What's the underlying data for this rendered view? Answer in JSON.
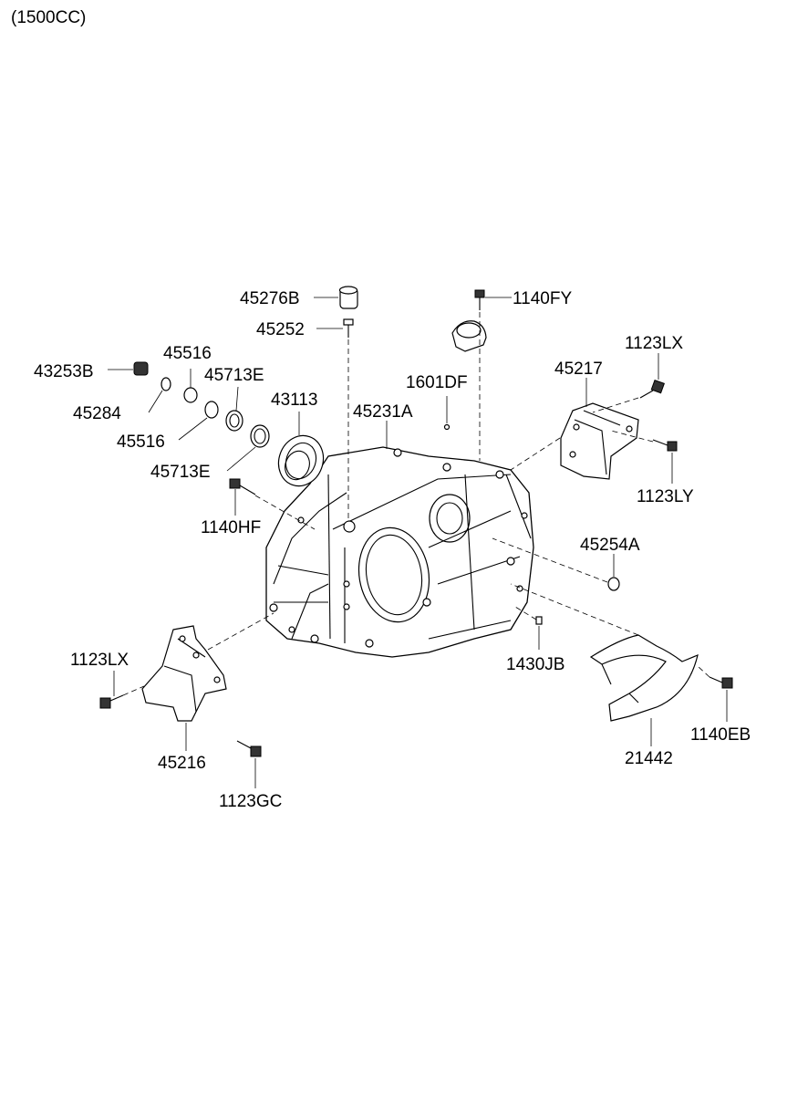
{
  "header": {
    "variant": "(1500CC)"
  },
  "parts": {
    "p45276B": "45276B",
    "p45252": "45252",
    "p1140FY": "1140FY",
    "p43253B": "43253B",
    "p45516_top": "45516",
    "p45713E_top": "45713E",
    "p45284": "45284",
    "p45516_bottom": "45516",
    "p43113": "43113",
    "p45231A": "45231A",
    "p1601DF": "1601DF",
    "p45217": "45217",
    "p1123LX_right": "1123LX",
    "p45713E_bottom": "45713E",
    "p1123LY": "1123LY",
    "p1140HF": "1140HF",
    "p45254A": "45254A",
    "p1123LX_left": "1123LX",
    "p1430JB": "1430JB",
    "p1140EB": "1140EB",
    "p45216": "45216",
    "p21442": "21442",
    "p1123GC": "1123GC"
  }
}
